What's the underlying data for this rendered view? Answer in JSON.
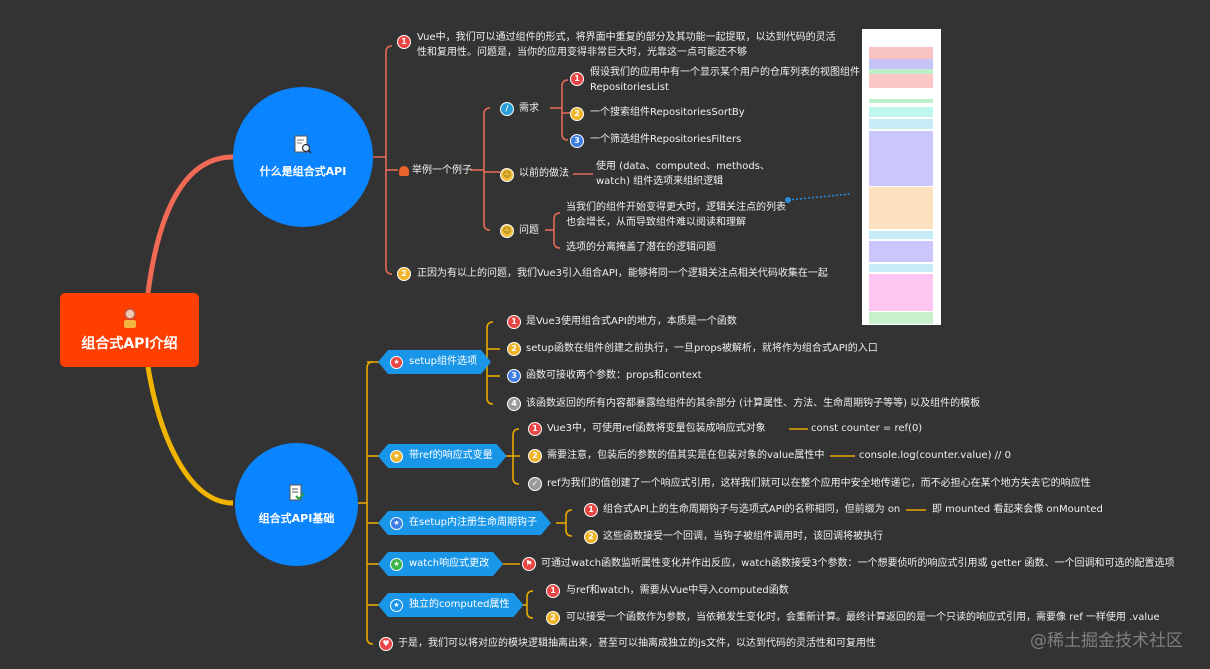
{
  "root": {
    "label": "组合式API介绍",
    "icon": "person-avatar-icon",
    "color": "#ff3f00"
  },
  "branches": [
    {
      "label": "什么是组合式API",
      "icon": "document-search-icon",
      "color": "#0a84ff",
      "line_color": "#f06a55",
      "items": [
        {
          "badge": "1",
          "text": "Vue中，我们可以通过组件的形式，将界面中重复的部分及其功能一起提取，以达到代码的灵活性和复用性。问题是，当你的应用变得非常巨大时，光靠这一点可能还不够"
        },
        {
          "badge": "bell",
          "text": "举例一个例子",
          "children": [
            {
              "badge": "pencil",
              "text": "需求",
              "children": [
                {
                  "badge": "1",
                  "text": "假设我们的应用中有一个显示某个用户的仓库列表的视图组件RepositoriesList"
                },
                {
                  "badge": "2",
                  "text": "一个搜索组件RepositoriesSortBy"
                },
                {
                  "badge": "3",
                  "text": "一个筛选组件RepositoriesFilters"
                }
              ]
            },
            {
              "badge": "smile",
              "text": "以前的做法",
              "children": [
                {
                  "text": "使用 (data、computed、methods、watch) 组件选项来组织逻辑"
                }
              ]
            },
            {
              "badge": "tongue",
              "text": "问题",
              "children": [
                {
                  "text": "当我们的组件开始变得更大时，逻辑关注点的列表也会增长，从而导致组件难以阅读和理解"
                },
                {
                  "text": "选项的分离掩盖了潜在的逻辑问题"
                }
              ]
            }
          ]
        },
        {
          "badge": "2",
          "text": "正因为有以上的问题，我们Vue3引入组合API，能够将同一个逻辑关注点相关代码收集在一起"
        }
      ]
    },
    {
      "label": "组合式API基础",
      "icon": "document-check-icon",
      "color": "#0a84ff",
      "line_color": "#f0b400",
      "items": [
        {
          "badge": "star-red",
          "text": "setup组件选项",
          "children": [
            {
              "badge": "1",
              "text": "是Vue3使用组合式API的地方，本质是一个函数"
            },
            {
              "badge": "2",
              "text": "setup函数在组件创建之前执行，一旦props被解析，就将作为组合式API的入口"
            },
            {
              "badge": "3",
              "text": "函数可接收两个参数：props和context"
            },
            {
              "badge": "4",
              "text": "该函数返回的所有内容都暴露给组件的其余部分 (计算属性、方法、生命周期钩子等等) 以及组件的模板"
            }
          ]
        },
        {
          "badge": "star-yellow",
          "text": "带ref的响应式变量",
          "children": [
            {
              "badge": "1",
              "text": "Vue3中，可使用ref函数将变量包装成响应式对象",
              "note": "const counter = ref(0)"
            },
            {
              "badge": "2",
              "text": "需要注意，包装后的参数的值其实是在包装对象的value属性中",
              "note": "console.log(counter.value) // 0"
            },
            {
              "badge": "check",
              "text": "ref为我们的值创建了一个响应式引用，这样我们就可以在整个应用中安全地传递它，而不必担心在某个地方失去它的响应性"
            }
          ]
        },
        {
          "badge": "star-blue",
          "text": "在setup内注册生命周期钩子",
          "children": [
            {
              "badge": "1",
              "text": "组合式API上的生命周期钩子与选项式API的名称相同，但前缀为 on",
              "note": "即 mounted 看起来会像 onMounted"
            },
            {
              "badge": "2",
              "text": "这些函数接受一个回调，当钩子被组件调用时，该回调将被执行"
            }
          ]
        },
        {
          "badge": "star-green",
          "text": "watch响应式更改",
          "children": [
            {
              "badge": "flag",
              "text": "可通过watch函数监听属性变化并作出反应，watch函数接受3个参数：一个想要侦听的响应式引用或 getter 函数、一个回调和可选的配置选项"
            }
          ]
        },
        {
          "badge": "star-white",
          "text": "独立的computed属性",
          "children": [
            {
              "badge": "1",
              "text": "与ref和watch，需要从Vue中导入computed函数"
            },
            {
              "badge": "2",
              "text": "可以接受一个函数作为参数，当依赖发生变化时，会重新计算。最终计算返回的是一个只读的响应式引用，需要像 ref 一样使用 .value"
            }
          ]
        },
        {
          "badge": "heart",
          "text": "于是，我们可以将对应的模块逻辑抽离出来，甚至可以抽离成独立的js文件，以达到代码的灵活性和可复用性"
        }
      ]
    }
  ],
  "attachment": {
    "type": "code-screenshot-thumbnail"
  },
  "watermark": "@稀土掘金技术社区",
  "colors": {
    "background": "#333333",
    "badge_red": "#e84545",
    "badge_yellow": "#f0b429",
    "badge_blue": "#3b7de0",
    "badge_gray": "#9a9a9a",
    "hex_node": "#1a96e8"
  }
}
